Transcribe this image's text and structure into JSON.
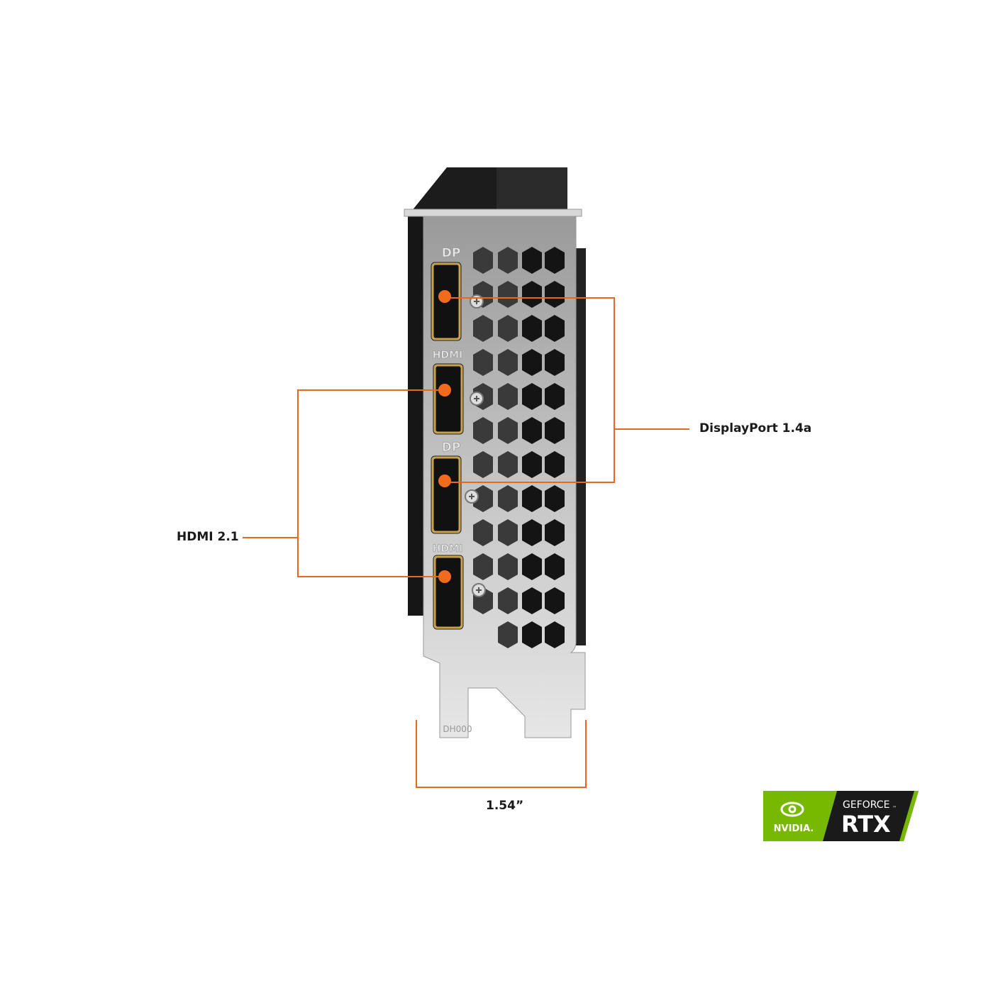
{
  "callouts": {
    "displayport": "DisplayPort 1.4a",
    "hdmi": "HDMI 2.1",
    "width": "1.54”"
  },
  "bracket_labels": {
    "port1": "DP",
    "port2": "HDMI",
    "port3": "DP",
    "port4": "HDMI",
    "tab_code": "DH000"
  },
  "logo": {
    "brand": "NVIDIA.",
    "line1": "GEFORCE",
    "line2": "RTX",
    "trademark": "™"
  },
  "colors": {
    "accent": "#e8691e",
    "nvidia_green": "#76b900",
    "logo_dark": "#1a1a1a",
    "bracket": "#c9c9c9",
    "gold": "#c9a24a"
  }
}
